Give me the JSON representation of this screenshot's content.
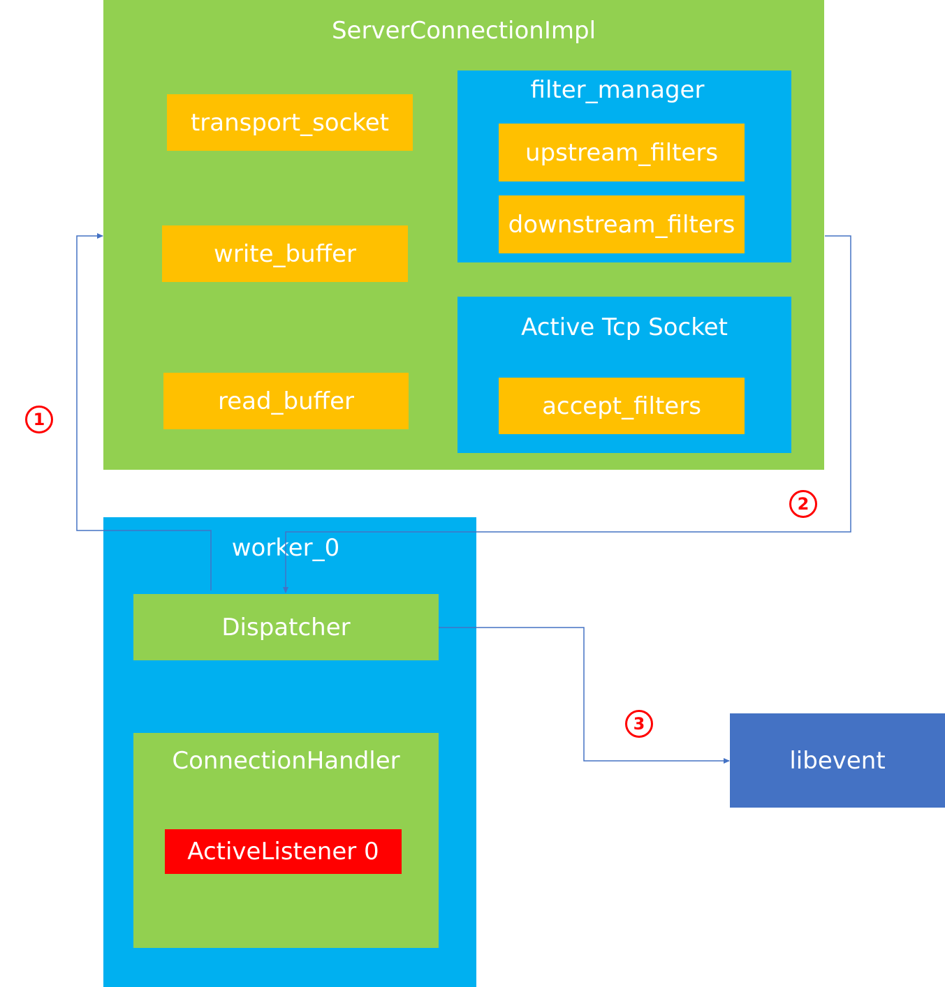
{
  "diagram": {
    "server_connection": {
      "title": "ServerConnectionImpl",
      "transport_socket": "transport_socket",
      "write_buffer": "write_buffer",
      "read_buffer": "read_buffer",
      "filter_manager": {
        "title": "filter_manager",
        "upstream_filters": "upstream_filters",
        "downstream_filters": "downstream_filters"
      },
      "active_tcp_socket": {
        "title": "Active Tcp Socket",
        "accept_filters": "accept_filters"
      }
    },
    "worker": {
      "title": "worker_0",
      "dispatcher": "Dispatcher",
      "connection_handler": {
        "title": "ConnectionHandler",
        "active_listener": "ActiveListener 0"
      }
    },
    "libevent": "libevent",
    "steps": [
      "1",
      "2",
      "3"
    ]
  },
  "colors": {
    "container_green": "#92d050",
    "container_blue": "#00b0f0",
    "field_orange": "#ffc000",
    "listener_red": "#ff0000",
    "libevent_navy": "#4472c4",
    "connector_line": "#4472c4",
    "step_marker": "#ff0000"
  }
}
